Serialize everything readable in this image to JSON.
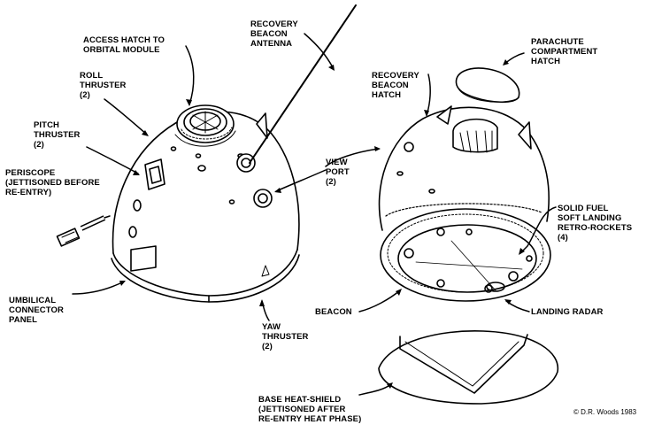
{
  "labels": {
    "access_hatch": "ACCESS HATCH TO\nORBITAL MODULE",
    "recovery_beacon_antenna": "RECOVERY\nBEACON\nANTENNA",
    "parachute_hatch": "PARACHUTE\nCOMPARTMENT\nHATCH",
    "roll_thruster": "ROLL\nTHRUSTER\n(2)",
    "recovery_beacon_hatch": "RECOVERY\nBEACON\nHATCH",
    "pitch_thruster": "PITCH\nTHRUSTER\n(2)",
    "periscope": "PERISCOPE\n(JETTISONED BEFORE\nRE-ENTRY)",
    "view_port": "VIEW\nPORT\n(2)",
    "retro_rockets": "SOLID FUEL\nSOFT LANDING\nRETRO-ROCKETS\n(4)",
    "umbilical": "UMBILICAL\nCONNECTOR\nPANEL",
    "beacon": "BEACON",
    "landing_radar": "LANDING RADAR",
    "yaw_thruster": "YAW\nTHRUSTER\n(2)",
    "heat_shield": "BASE HEAT-SHIELD\n(JETTISONED AFTER\nRE-ENTRY HEAT PHASE)"
  },
  "credit": "© D.R. Woods 1983"
}
